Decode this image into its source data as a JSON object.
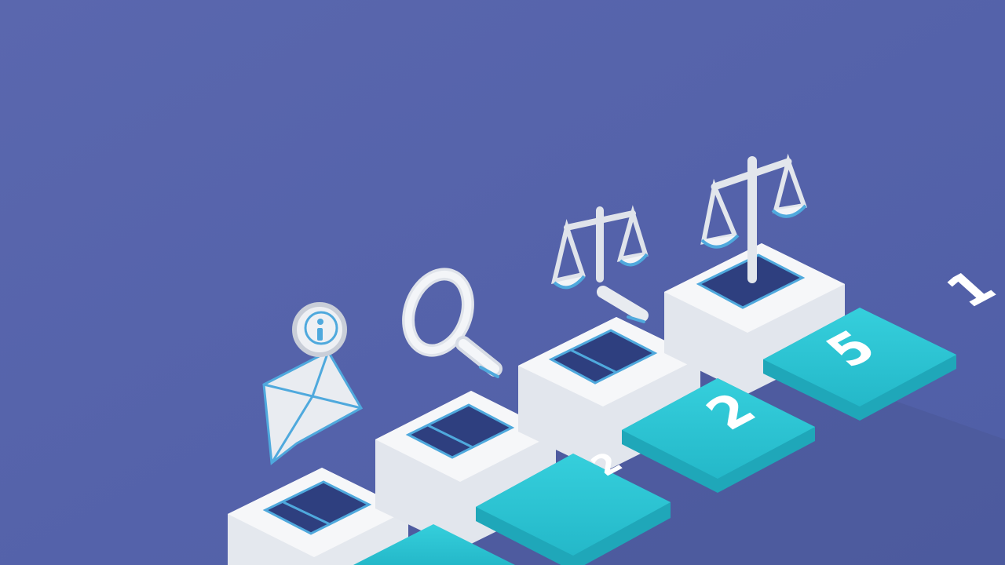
{
  "scene": {
    "background_color": "#5566ab",
    "tile_color": "#2ec4d3",
    "block_color": "#f3f5f8",
    "icons": [
      "envelope-icon",
      "magnifying-glass-icon",
      "scales-icon",
      "scales-icon"
    ]
  },
  "tiles": {
    "tile_1": "1",
    "tile_2": "5",
    "tile_3": "2",
    "tile_4": "2"
  }
}
